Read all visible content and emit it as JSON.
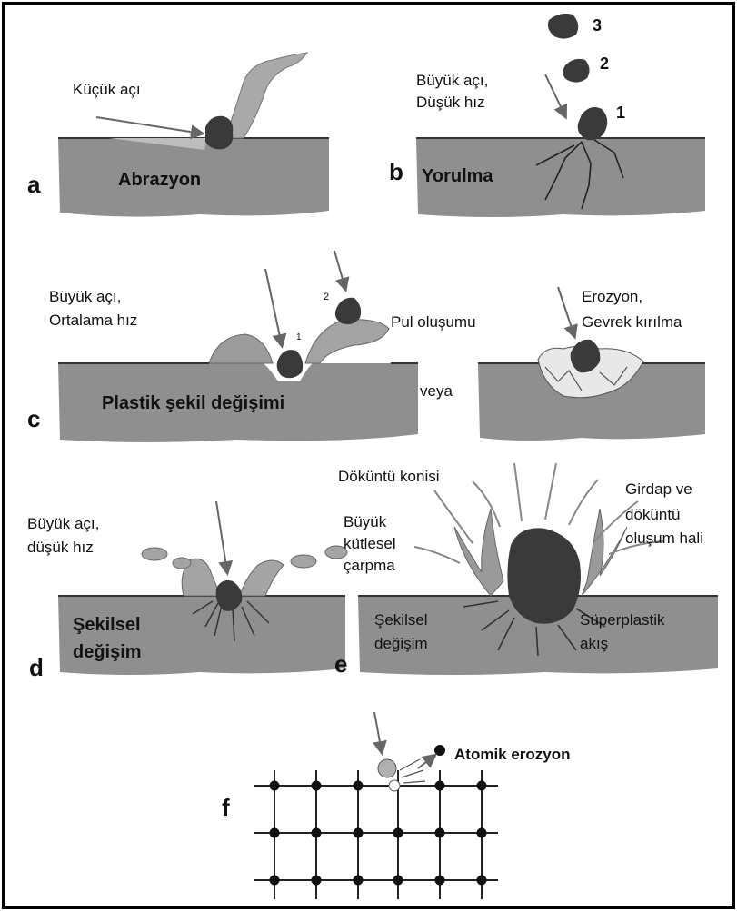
{
  "panels": {
    "a": {
      "letter": "a",
      "angle_label": "Küçük açı",
      "title": "Abrazyon"
    },
    "b": {
      "letter": "b",
      "angle_label_1": "Büyük açı,",
      "angle_label_2": "Düşük hız",
      "title": "Yorulma",
      "impacts": [
        "1",
        "2",
        "3"
      ]
    },
    "c": {
      "letter": "c",
      "angle_label_1": "Büyük açı,",
      "angle_label_2": "Ortalama hız",
      "flake_label": "Pul oluşumu",
      "title": "Plastik şekil değişimi",
      "or_label": "veya",
      "erosion_label_1": "Erozyon,",
      "erosion_label_2": "Gevrek kırılma",
      "tiny_1": "1",
      "tiny_2": "2"
    },
    "d": {
      "letter": "d",
      "angle_label_1": "Büyük açı,",
      "angle_label_2": "düşük hız",
      "title_1": "Şekilsel",
      "title_2": "değişim"
    },
    "e": {
      "letter": "e",
      "cone_label": "Döküntü konisi",
      "mass_label_1": "Büyük",
      "mass_label_2": "kütlesel",
      "mass_label_3": "çarpma",
      "vortex_label_1": "Girdap ve",
      "vortex_label_2": "döküntü",
      "vortex_label_3": "oluşum hali",
      "deform_label_1": "Şekilsel",
      "deform_label_2": "değişim",
      "flow_label_1": "Süperplastik",
      "flow_label_2": "akış"
    },
    "f": {
      "letter": "f",
      "label": "Atomik erozyon"
    }
  },
  "colors": {
    "surface": "#8f8f8f",
    "particle": "#3a3a3a",
    "ink": "#111111"
  }
}
